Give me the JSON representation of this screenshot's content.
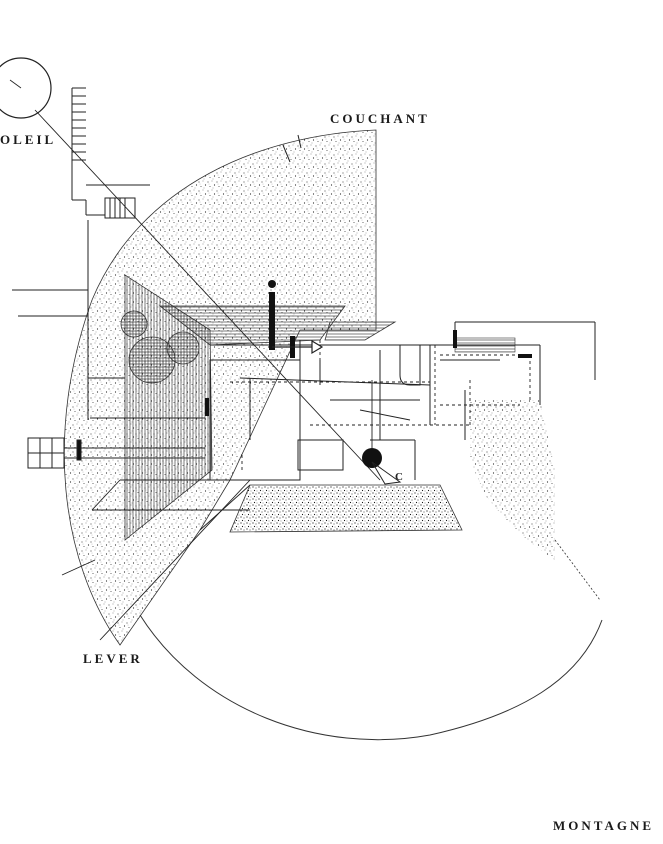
{
  "labels": {
    "soleil": "OLEIL",
    "couchant": "COUCHANT",
    "lever": "LEVER",
    "montagne": "MONTAGNE",
    "point_c": "C"
  }
}
